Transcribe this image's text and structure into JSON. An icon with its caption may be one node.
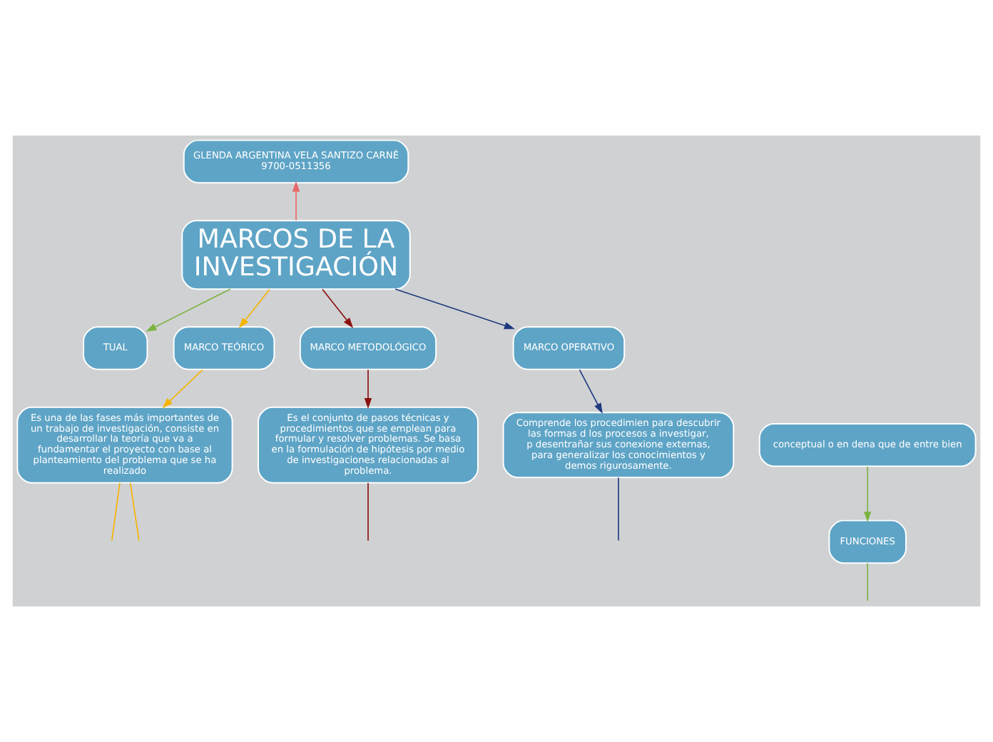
{
  "diagram": {
    "nodes": [
      {
        "text": [
          "MARCOS DE LA INVESTIGACIÓN"
        ]
      },
      {
        "text": [
          "GLENDA ARGENTINA VELA SANTIZO CARNÉ 9700-0511356"
        ]
      },
      {
        "text": [
          "TUAL"
        ]
      },
      {
        "text": [
          "conceptual o en dena que de entre bien"
        ]
      },
      {
        "text": [
          "FUNCIONES"
        ]
      },
      {
        "text": [
          "MARCO TEÓRICO"
        ]
      },
      {
        "text": [
          "Es una de las fases más importantes de un trabajo de investigación, consiste en desarrollar la teoría que va a fundamentar el proyecto con base al planteamiento del problema que se ha realizado"
        ]
      },
      {
        "text": [
          "MARCO METODOLÓGICO"
        ]
      },
      {
        "text": [
          "Es el conjunto de pasos técnicas y procedimientos que se emplean para formular y resolver problemas. Se basa en la formulación de hipótesis por medio de investigaciones relacionadas al problema."
        ]
      },
      {
        "text": [
          "MARCO OPERATIVO"
        ]
      },
      {
        "text": [
          "Comprende los procedimien para descubrir las formas d los procesos a investigar, p desentrañar sus conexione externas, para generalizar los conocimientos y demos rigurosamente."
        ]
      }
    ],
    "edges": [
      {
        "from": 0,
        "to": 1,
        "arrow": "to",
        "color": "#e8686a"
      },
      {
        "from": 0,
        "to": 2,
        "arrow": "to",
        "color": "#7cb342"
      },
      {
        "from": 3,
        "to": 4,
        "arrow": "to",
        "color": "#7cb342"
      },
      {
        "from": 4,
        "to": null,
        "arrow": "none",
        "color": "#7cb342"
      },
      {
        "from": 0,
        "to": 5,
        "arrow": "to",
        "color": "#f5b400"
      },
      {
        "from": 5,
        "to": 6,
        "arrow": "to",
        "color": "#f5b400"
      },
      {
        "from": 6,
        "to": null,
        "arrow": "none",
        "color": "#f5b400"
      },
      {
        "from": 6,
        "to": null,
        "arrow": "none",
        "color": "#f5b400"
      },
      {
        "from": 0,
        "to": 7,
        "arrow": "to",
        "color": "#8b1010"
      },
      {
        "from": 7,
        "to": 8,
        "arrow": "to",
        "color": "#8b1010"
      },
      {
        "from": 8,
        "to": null,
        "arrow": "none",
        "color": "#8b1010"
      },
      {
        "from": 0,
        "to": 9,
        "arrow": "to",
        "color": "#1f3a80"
      },
      {
        "from": 9,
        "to": 10,
        "arrow": "to",
        "color": "#1f3a80"
      },
      {
        "from": 10,
        "to": null,
        "arrow": "none",
        "color": "#1f3a80"
      }
    ]
  }
}
